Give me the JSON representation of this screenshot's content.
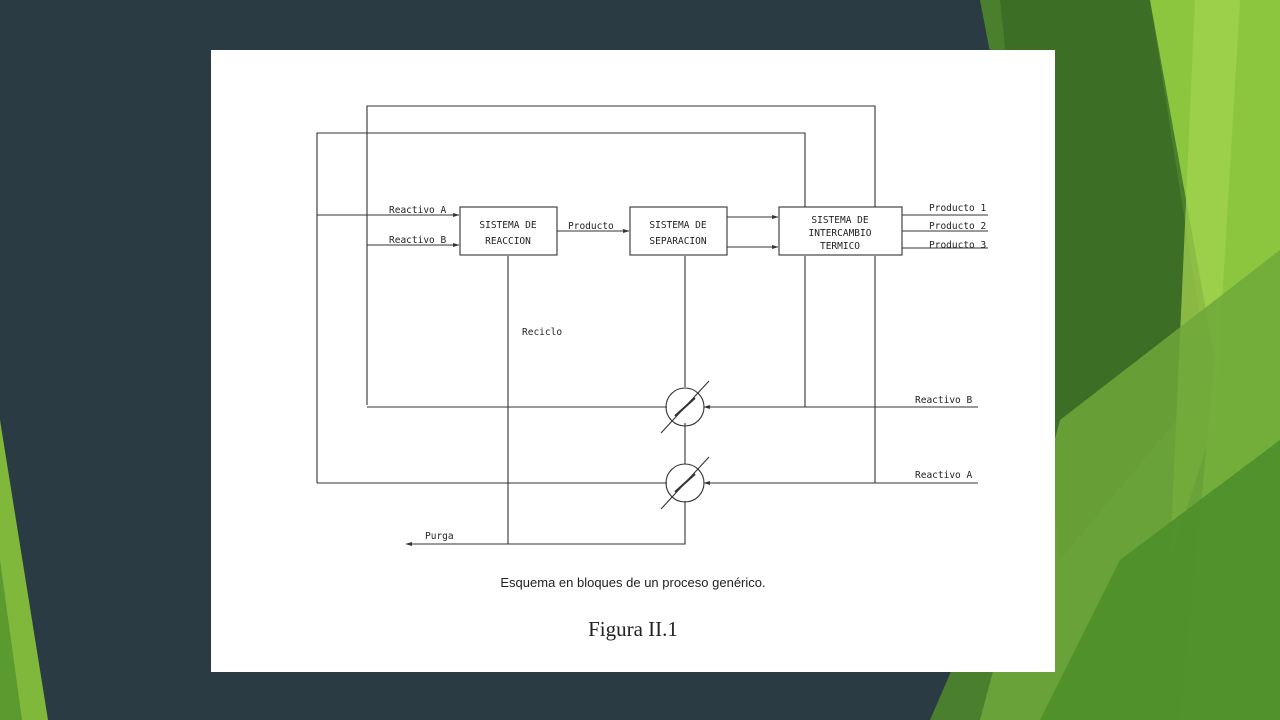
{
  "diagram": {
    "blocks": {
      "reaction": [
        "SISTEMA DE",
        "REACCION"
      ],
      "separation": [
        "SISTEMA DE",
        "SEPARACION"
      ],
      "heat_exchange": [
        "SISTEMA DE",
        "INTERCAMBIO",
        "TERMICO"
      ]
    },
    "stream_labels": {
      "feed_a": "Reactivo A",
      "feed_b": "Reactivo B",
      "product": "Producto",
      "product_1": "Producto 1",
      "product_2": "Producto 2",
      "product_3": "Producto 3",
      "recycle": "Reciclo",
      "fresh_b": "Reactivo B",
      "fresh_a": "Reactivo A",
      "purge": "Purga"
    }
  },
  "caption": "Esquema en bloques de un proceso genérico.",
  "figure_title": "Figura II.1",
  "colors": {
    "slide_background": "#2b3b44",
    "accent_green_light": "#8cc63f",
    "accent_green_dark": "#3f7a2a",
    "diagram_line": "#333333"
  }
}
